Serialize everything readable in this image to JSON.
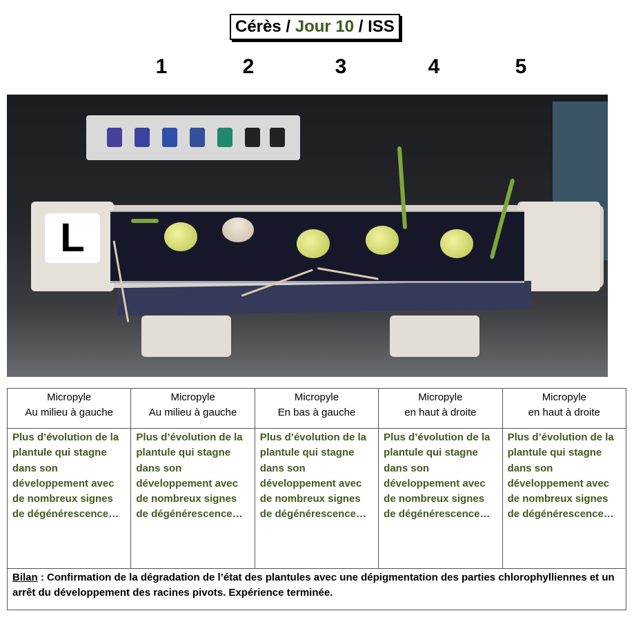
{
  "title": {
    "part1": "Cérès / ",
    "part2": "Jour 10",
    "part3": " / ISS"
  },
  "numbers": [
    "1",
    "2",
    "3",
    "4",
    "5"
  ],
  "photo": {
    "label": "L"
  },
  "colors": {
    "green_text": "#3f5a20"
  },
  "table": {
    "headers": [
      {
        "line1": "Micropyle",
        "line2": "Au milieu à gauche"
      },
      {
        "line1": "Micropyle",
        "line2": "Au milieu à gauche"
      },
      {
        "line1": "Micropyle",
        "line2": "En bas à gauche"
      },
      {
        "line1": "Micropyle",
        "line2": "en haut à droite"
      },
      {
        "line1": "Micropyle",
        "line2": "en haut à droite"
      }
    ],
    "observations": [
      "Plus d’évolution de la plantule qui stagne dans son développement avec de nombreux signes de dégénérescence…",
      "Plus d’évolution de la plantule qui stagne dans son développement avec de nombreux signes de dégénérescence…",
      "Plus d’évolution de la plantule qui stagne dans son développement avec de nombreux signes de dégénérescence…",
      "Plus d’évolution de la plantule qui stagne dans son développement avec de nombreux signes de dégénérescence…",
      "Plus d’évolution de la plantule qui stagne dans son développement avec de nombreux signes de dégénérescence…"
    ],
    "bilan_label": "Bilan",
    "bilan_text": " : Confirmation de la dégradation de l’état des plantules avec une dépigmentation des parties chlorophylliennes et un arrêt du développement des racines pivots. Expérience terminée."
  }
}
